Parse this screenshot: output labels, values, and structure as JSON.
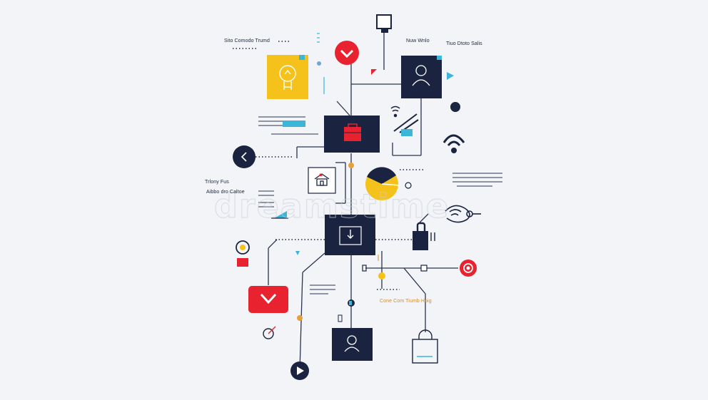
{
  "labels": {
    "top_left": "Sito Comodo Trumd",
    "top_center": "Nuw Wnlo",
    "top_right": "Tiuo Dtoto Salis",
    "left_mid_title": "Trlony Fus",
    "left_mid_sub": "Aibbo dro Caltoe",
    "bottom_right_note": "Cone Com Tiumb Hoig"
  },
  "watermark": "dreamstime",
  "colors": {
    "navy": "#1a2440",
    "red": "#e8232f",
    "yellow": "#f5c21b",
    "orange": "#e8a03a",
    "cyan": "#3bb5d8",
    "line": "#2a3450",
    "background": "#f2f4f7"
  },
  "icons": [
    "monitor-icon",
    "lightbulb-icon",
    "check-badge-icon",
    "user-icon",
    "briefcase-icon",
    "wifi-icon",
    "back-arrow-icon",
    "house-icon",
    "pie-chart-icon",
    "download-icon",
    "lock-icon",
    "fingerprint-icon",
    "location-pin-icon",
    "chevron-down-icon",
    "play-icon",
    "record-icon",
    "shopping-bag-icon"
  ]
}
